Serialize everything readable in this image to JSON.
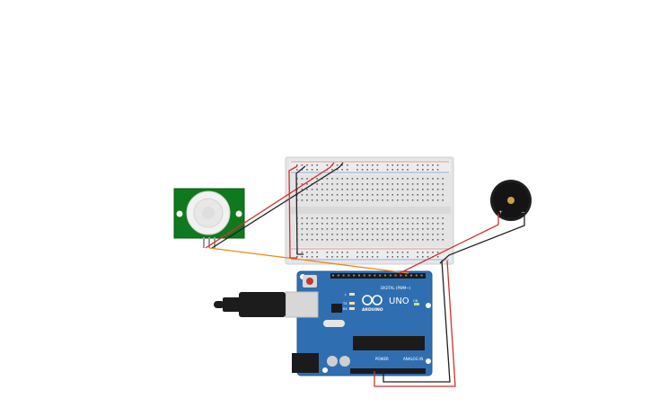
{
  "canvas": {
    "background": "#ffffff"
  },
  "colors": {
    "wire_red": "#d32f2f",
    "wire_black": "#222222",
    "wire_orange": "#ef8a17",
    "arduino_blue": "#2f6fb1",
    "pir_green": "#0e7a1c",
    "breadboard": "#e6e6e6",
    "buzzer": "#1c1c1c"
  },
  "components": {
    "pir": {
      "name": "pir-motion-sensor"
    },
    "breadboard": {
      "name": "half-breadboard"
    },
    "arduino": {
      "name": "arduino-uno",
      "brand": "ARDUINO",
      "model": "UNO",
      "digital_label": "DIGITAL (PWM~)",
      "power_label": "POWER",
      "analog_label": "ANALOG IN",
      "on_label": "ON",
      "tx_label": "TX",
      "rx_label": "RX",
      "l_label": "L"
    },
    "buzzer": {
      "name": "piezo-buzzer",
      "plus": "+",
      "minus": "−"
    },
    "usb": {
      "name": "usb-cable"
    }
  }
}
